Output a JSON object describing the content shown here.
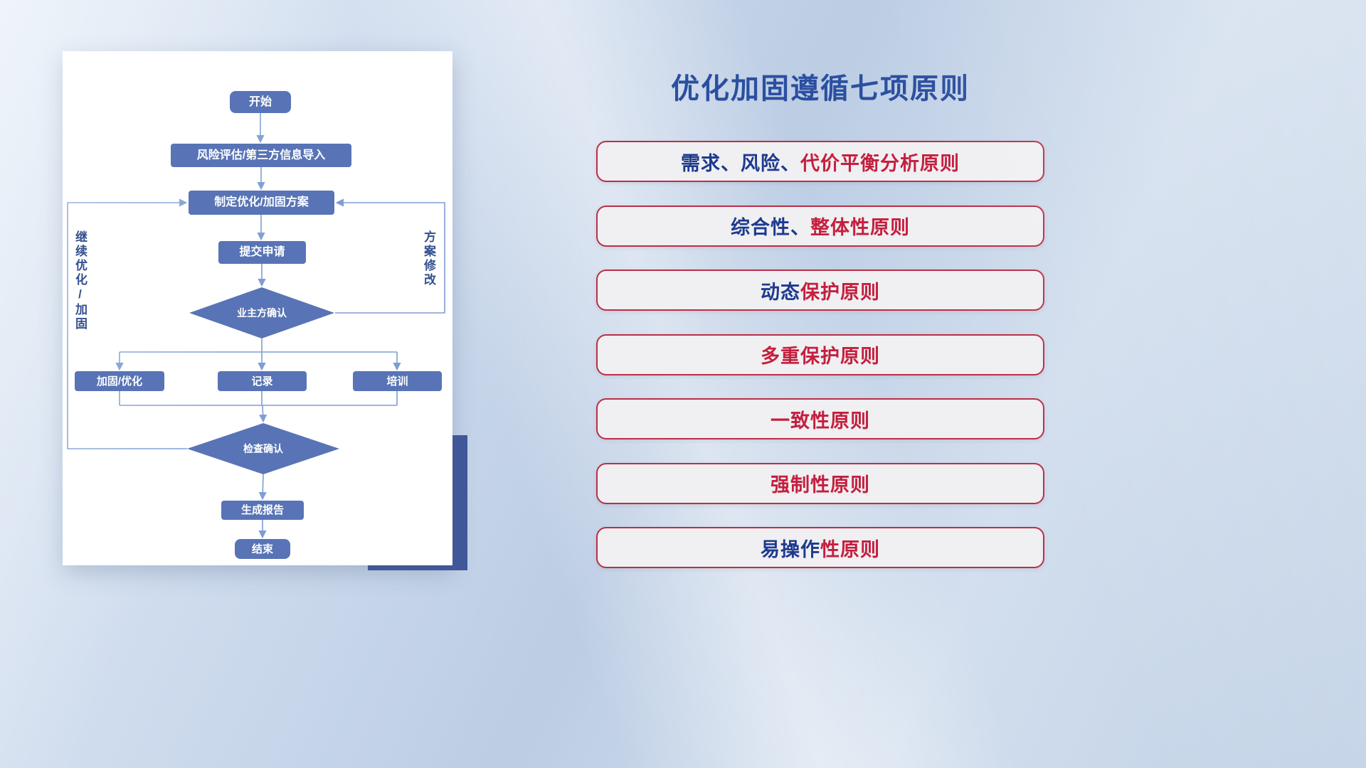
{
  "colors": {
    "navy": "#1d3a8e",
    "crimson": "#c41f3e",
    "node_fill": "#5874b6",
    "line_color": "#7f9dd3",
    "title_color": "#2b4fa0",
    "pill_border": "#b93048",
    "pill_bg": "#f0eff2",
    "shadow_rect": "#41589b",
    "loop_label_color": "#33508f"
  },
  "title": "优化加固遵循七项原则",
  "flowchart": {
    "nodes": {
      "start": "开始",
      "risk_import": "风险评估/第三方信息导入",
      "make_plan": "制定优化/加固方案",
      "submit": "提交申请",
      "owner_confirm": "业主方确认",
      "reinforce": "加固/优化",
      "record": "记录",
      "training": "培训",
      "check_confirm": "检查确认",
      "report": "生成报告",
      "end": "结束"
    },
    "loop_labels": {
      "left": "继续优化/加固",
      "right": "方案修改"
    }
  },
  "principles": [
    {
      "segments": [
        {
          "text": "需求、风险、",
          "color": "navy"
        },
        {
          "text": "代价平衡分析原则",
          "color": "crimson"
        }
      ]
    },
    {
      "segments": [
        {
          "text": "综合性、",
          "color": "navy"
        },
        {
          "text": "整体性原则",
          "color": "crimson"
        }
      ]
    },
    {
      "segments": [
        {
          "text": "动态",
          "color": "navy"
        },
        {
          "text": "保护原则",
          "color": "crimson"
        }
      ]
    },
    {
      "segments": [
        {
          "text": "多重保护原则",
          "color": "crimson"
        }
      ]
    },
    {
      "segments": [
        {
          "text": "一致性原则",
          "color": "crimson"
        }
      ]
    },
    {
      "segments": [
        {
          "text": "强制性原则",
          "color": "crimson"
        }
      ]
    },
    {
      "segments": [
        {
          "text": "易操作",
          "color": "navy"
        },
        {
          "text": "性原则",
          "color": "crimson"
        }
      ]
    }
  ]
}
